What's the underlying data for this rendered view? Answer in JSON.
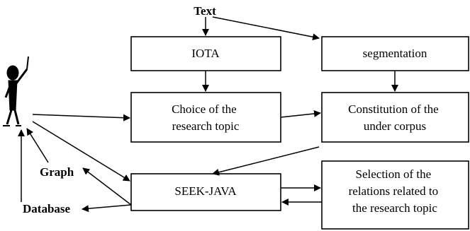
{
  "diagram": {
    "top_label": "Text",
    "nodes": {
      "iota": "IOTA",
      "segmentation": "segmentation",
      "choice": [
        "Choice of the",
        "research topic"
      ],
      "constitution": [
        "Constitution of the",
        "under corpus"
      ],
      "seek": "SEEK-JAVA",
      "selection": [
        "Selection of the",
        "relations related to",
        "the research topic"
      ]
    },
    "outputs": {
      "graph": "Graph",
      "database": "Database"
    },
    "figure_icon": "user-stick-figure"
  }
}
